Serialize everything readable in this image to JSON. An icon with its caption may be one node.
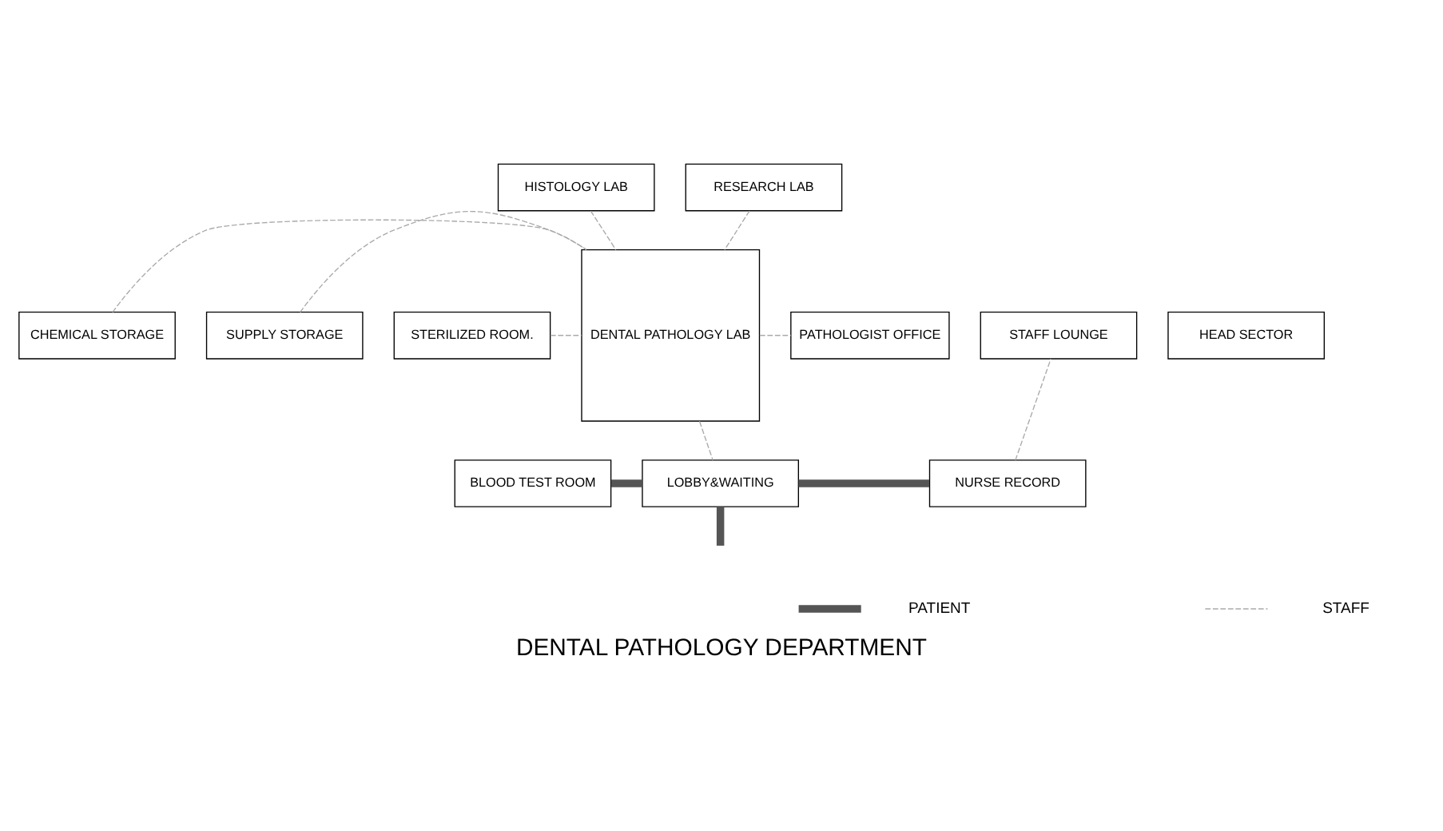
{
  "diagram": {
    "title": "DENTAL PATHOLOGY DEPARTMENT",
    "nodes": [
      {
        "text": [
          "HISTOLOGY LAB"
        ]
      },
      {
        "text": [
          "RESEARCH LAB"
        ]
      },
      {
        "text": [
          "SUPPLY STORAGE"
        ]
      },
      {
        "text": [
          "STERILIZED ROOM."
        ]
      },
      {
        "text": [
          "CHEMICAL STORAGE"
        ]
      },
      {
        "text": [
          "DENTAL PATHOLOGY LAB"
        ]
      },
      {
        "text": [
          "HEAD SECTOR"
        ]
      },
      {
        "text": [
          "PATHOLOGIST OFFICE"
        ]
      },
      {
        "text": [
          "STAFF LOUNGE"
        ]
      },
      {
        "text": [
          "BLOOD TEST ROOM"
        ]
      },
      {
        "text": [
          "LOBBY&WAITING"
        ]
      },
      {
        "text": [
          "NURSE RECORD"
        ]
      }
    ],
    "edges": [
      {
        "from": 0,
        "to": 5,
        "arrow": "none",
        "style": "dashed"
      },
      {
        "from": 1,
        "to": 5,
        "arrow": "none",
        "style": "dashed"
      },
      {
        "from": 2,
        "to": 5,
        "arrow": "none",
        "style": "dashed"
      },
      {
        "from": 3,
        "to": 5,
        "arrow": "none",
        "style": "dashed"
      },
      {
        "from": 4,
        "to": 5,
        "arrow": "none",
        "style": "dashed"
      },
      {
        "from": 5,
        "to": 7,
        "arrow": "none",
        "style": "dashed"
      },
      {
        "from": 5,
        "to": 10,
        "arrow": "none",
        "style": "dashed"
      },
      {
        "from": 9,
        "to": 10,
        "arrow": "none",
        "style": "thick"
      },
      {
        "from": 10,
        "to": 11,
        "arrow": "none",
        "style": "thick"
      },
      {
        "from": 11,
        "to": 8,
        "arrow": "none",
        "style": "dashed"
      },
      {
        "from": null,
        "to": 10,
        "arrow": "none",
        "style": "thick"
      }
    ],
    "legend": [
      {
        "text": "PATIENT"
      },
      {
        "text": "STAFF"
      }
    ]
  }
}
